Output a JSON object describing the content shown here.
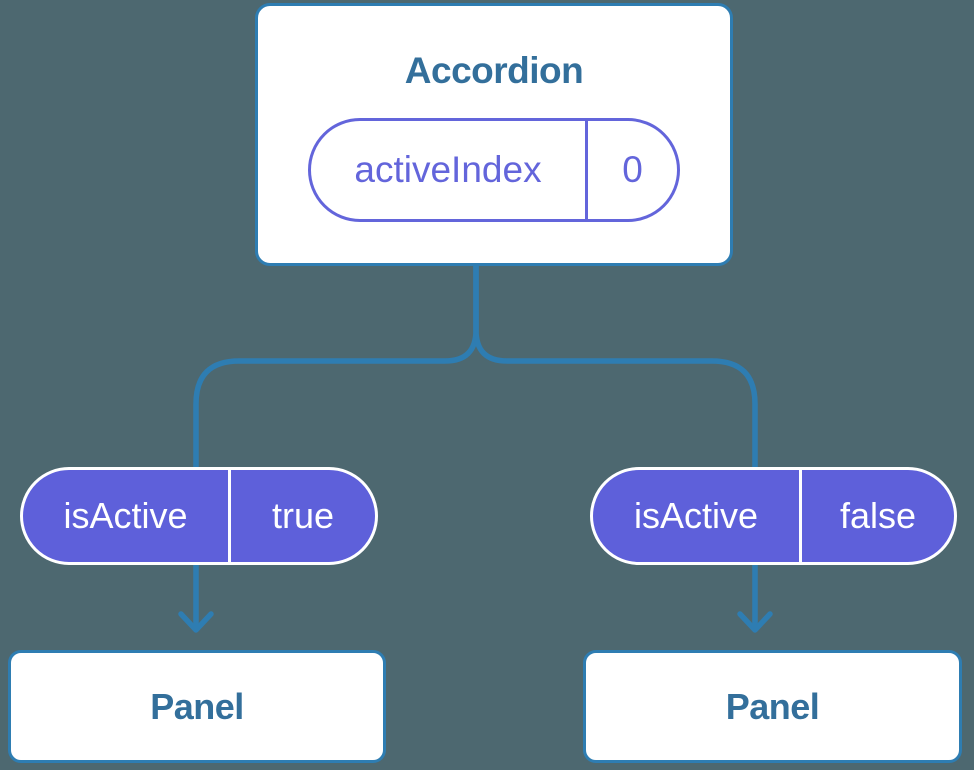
{
  "colors": {
    "background": "#4D6870",
    "line_blue": "#2E7DB2",
    "heading_blue": "#336F9B",
    "pill_purple_fill": "#5E60DA",
    "pill_purple_outline": "#6365DB",
    "pill_text": "#FFFFFF",
    "card_fill": "#FFFFFF"
  },
  "diagram": {
    "root": {
      "title": "Accordion",
      "state": {
        "name": "activeIndex",
        "value": "0"
      }
    },
    "children": [
      {
        "prop": {
          "name": "isActive",
          "value": "true"
        },
        "panel_label": "Panel"
      },
      {
        "prop": {
          "name": "isActive",
          "value": "false"
        },
        "panel_label": "Panel"
      }
    ]
  }
}
